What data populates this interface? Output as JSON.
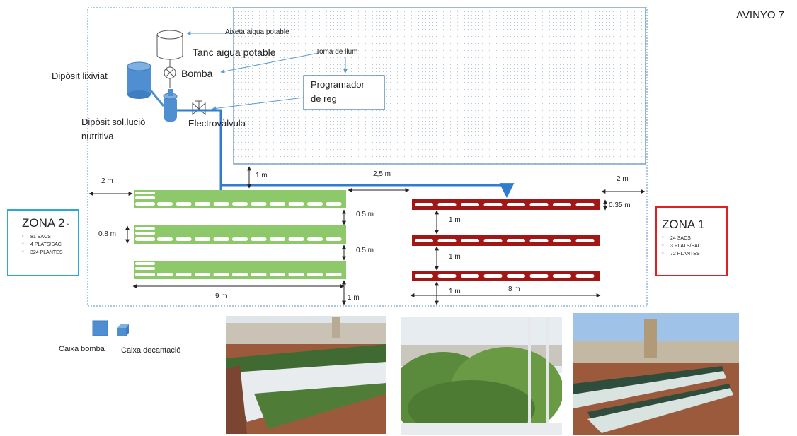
{
  "title": "AVINYO 7",
  "labels": {
    "tap": "Aixeta aigua potable",
    "tank": "Tanc aigua potable",
    "power": "Toma de llum",
    "pump": "Bomba",
    "leachate": "Dipòsit lixiviat",
    "programmer_line1": "Programador",
    "programmer_line2": "de reg",
    "nutrient_line1": "Dipòsit sol.luciò",
    "nutrient_line2": "nutritiva",
    "valve": "Electrovàlvula"
  },
  "dimensions": {
    "left_2m": "2 m",
    "up_1m": "1 m",
    "between_2_5m": "2,5 m",
    "right_2m": "2 m",
    "z2_gap1": "0.5 m",
    "z2_gap2": "0.5 m",
    "z2_width": "0.8 m",
    "z1_width": "0.35 m",
    "z1_gap1": "1 m",
    "z1_gap2": "1 m",
    "z1_bottom": "1 m",
    "z2_bottom": "1 m",
    "z2_length": "9 m",
    "z1_length": "8 m"
  },
  "zona2": {
    "title": "ZONA 2",
    "items": [
      "81 SACS",
      "4 PLATS/SAC",
      "324 PLANTES"
    ]
  },
  "zona1": {
    "title": "ZONA 1",
    "items": [
      "24 SACS",
      "3 PLATS/SAC",
      "72 PLANTES"
    ]
  },
  "legend": {
    "pump_box": "Caixa bomba",
    "settling_box": "Caixa decantació"
  },
  "colors": {
    "zona2_border": "#29a8e0",
    "zona1_border": "#e02020",
    "green_bed": "#8dc96a",
    "red_bed": "#a31616",
    "pipe": "#2f7cd1",
    "tank_blue": "#4f8fd1"
  }
}
